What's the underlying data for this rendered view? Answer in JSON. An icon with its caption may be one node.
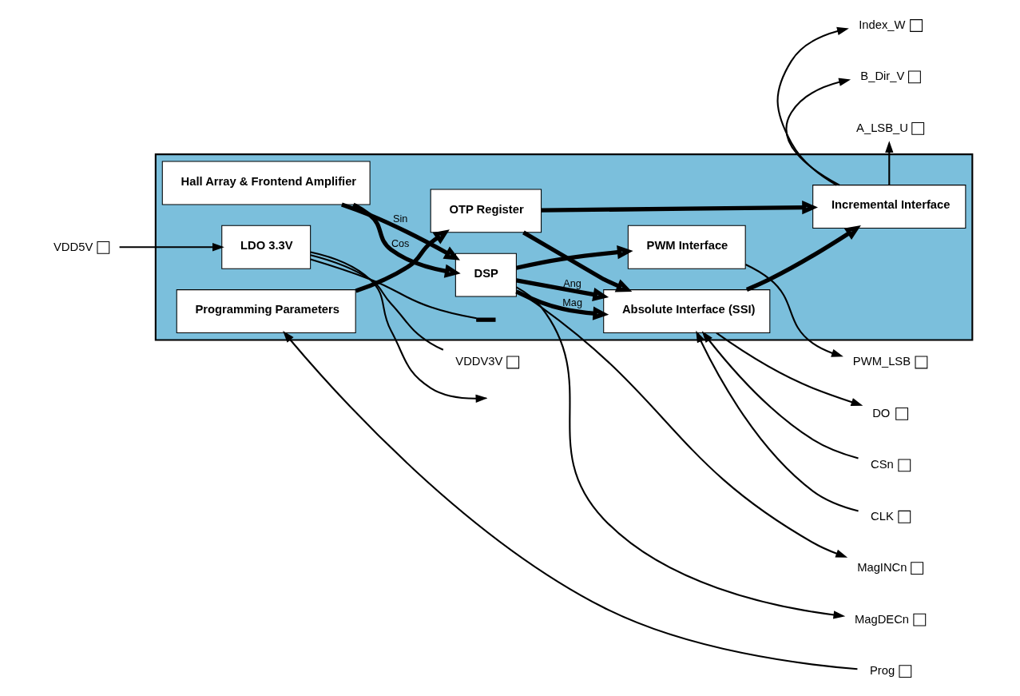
{
  "diagram": {
    "nodes": [
      {
        "text": [],
        "shape": "box"
      },
      {
        "text": [],
        "shape": "box",
        "beside": [
          "VDDV3V"
        ]
      },
      {
        "text": [],
        "shape": "box",
        "beside": [
          "VDD5V"
        ]
      },
      {
        "text": [
          "LDO 3.3V"
        ],
        "in": 0
      },
      {
        "text": [],
        "shape": "bar",
        "in": 0
      },
      {
        "text": [
          "Hall Array & Frontend Amplifier"
        ],
        "in": 0
      },
      {
        "text": [
          "DSP"
        ],
        "in": 0
      },
      {
        "text": [
          "OTP Register"
        ],
        "in": 0
      },
      {
        "text": [
          "Programming Parameters"
        ],
        "in": 0
      },
      {
        "text": [
          "PWM Interface"
        ],
        "in": 0
      },
      {
        "text": [
          "Absolute Interface (SSI)"
        ],
        "in": 0
      },
      {
        "text": [
          "Incremental Interface"
        ],
        "in": 0
      },
      {
        "text": [],
        "shape": "box",
        "beside": [
          "MagINCn"
        ]
      },
      {
        "text": [],
        "shape": "box",
        "beside": [
          "MagDECn"
        ]
      },
      {
        "text": [],
        "shape": "box",
        "beside": [
          "PWM_LSB"
        ]
      },
      {
        "text": [],
        "shape": "box",
        "beside": [
          "DO"
        ]
      },
      {
        "text": [],
        "shape": "box",
        "beside": [
          "CSn"
        ]
      },
      {
        "text": [],
        "shape": "box",
        "beside": [
          "CLK"
        ]
      },
      {
        "text": [],
        "shape": "box",
        "beside": [
          "A_LSB_U"
        ]
      },
      {
        "text": [],
        "shape": "box",
        "beside": [
          "B_Dir_V"
        ]
      },
      {
        "text": [],
        "shape": "box",
        "beside": [
          "Index_W"
        ]
      },
      {
        "text": [],
        "shape": "box",
        "beside": [
          "Prog"
        ]
      }
    ],
    "edges": [
      {
        "from": 2,
        "to": 3,
        "arrow": "to"
      },
      {
        "from": 3,
        "to": null,
        "arrow": "to"
      },
      {
        "from": 3,
        "to": 1,
        "arrow": "none"
      },
      {
        "from": 3,
        "to": 4,
        "arrow": "none"
      },
      {
        "from": 5,
        "to": 6,
        "arrow": "to",
        "label": "Sin",
        "style": "thick"
      },
      {
        "from": 5,
        "to": 6,
        "arrow": "to",
        "label": "Cos",
        "style": "thick"
      },
      {
        "from": 6,
        "to": 12,
        "arrow": "to"
      },
      {
        "from": 6,
        "to": 13,
        "arrow": "to"
      },
      {
        "from": 6,
        "to": 9,
        "arrow": "to",
        "style": "thick"
      },
      {
        "from": 6,
        "to": 10,
        "arrow": "to",
        "label": "Ang",
        "style": "thick"
      },
      {
        "from": 6,
        "to": 10,
        "arrow": "to",
        "label": "Mag",
        "style": "thick"
      },
      {
        "from": 7,
        "to": 10,
        "arrow": "to",
        "style": "thick"
      },
      {
        "from": 7,
        "to": 11,
        "arrow": "to",
        "style": "thick"
      },
      {
        "from": 10,
        "to": 11,
        "arrow": "to",
        "style": "thick"
      },
      {
        "from": 8,
        "to": 7,
        "arrow": "to",
        "style": "thick"
      },
      {
        "from": 9,
        "to": 14,
        "arrow": "to"
      },
      {
        "from": 10,
        "to": 15,
        "arrow": "to"
      },
      {
        "from": 16,
        "to": 10,
        "arrow": "to"
      },
      {
        "from": 17,
        "to": 10,
        "arrow": "to"
      },
      {
        "from": 11,
        "to": 18,
        "arrow": "to"
      },
      {
        "from": 11,
        "to": 19,
        "arrow": "to"
      },
      {
        "from": 11,
        "to": 20,
        "arrow": "to"
      },
      {
        "from": 21,
        "to": 8,
        "arrow": "to"
      }
    ]
  }
}
